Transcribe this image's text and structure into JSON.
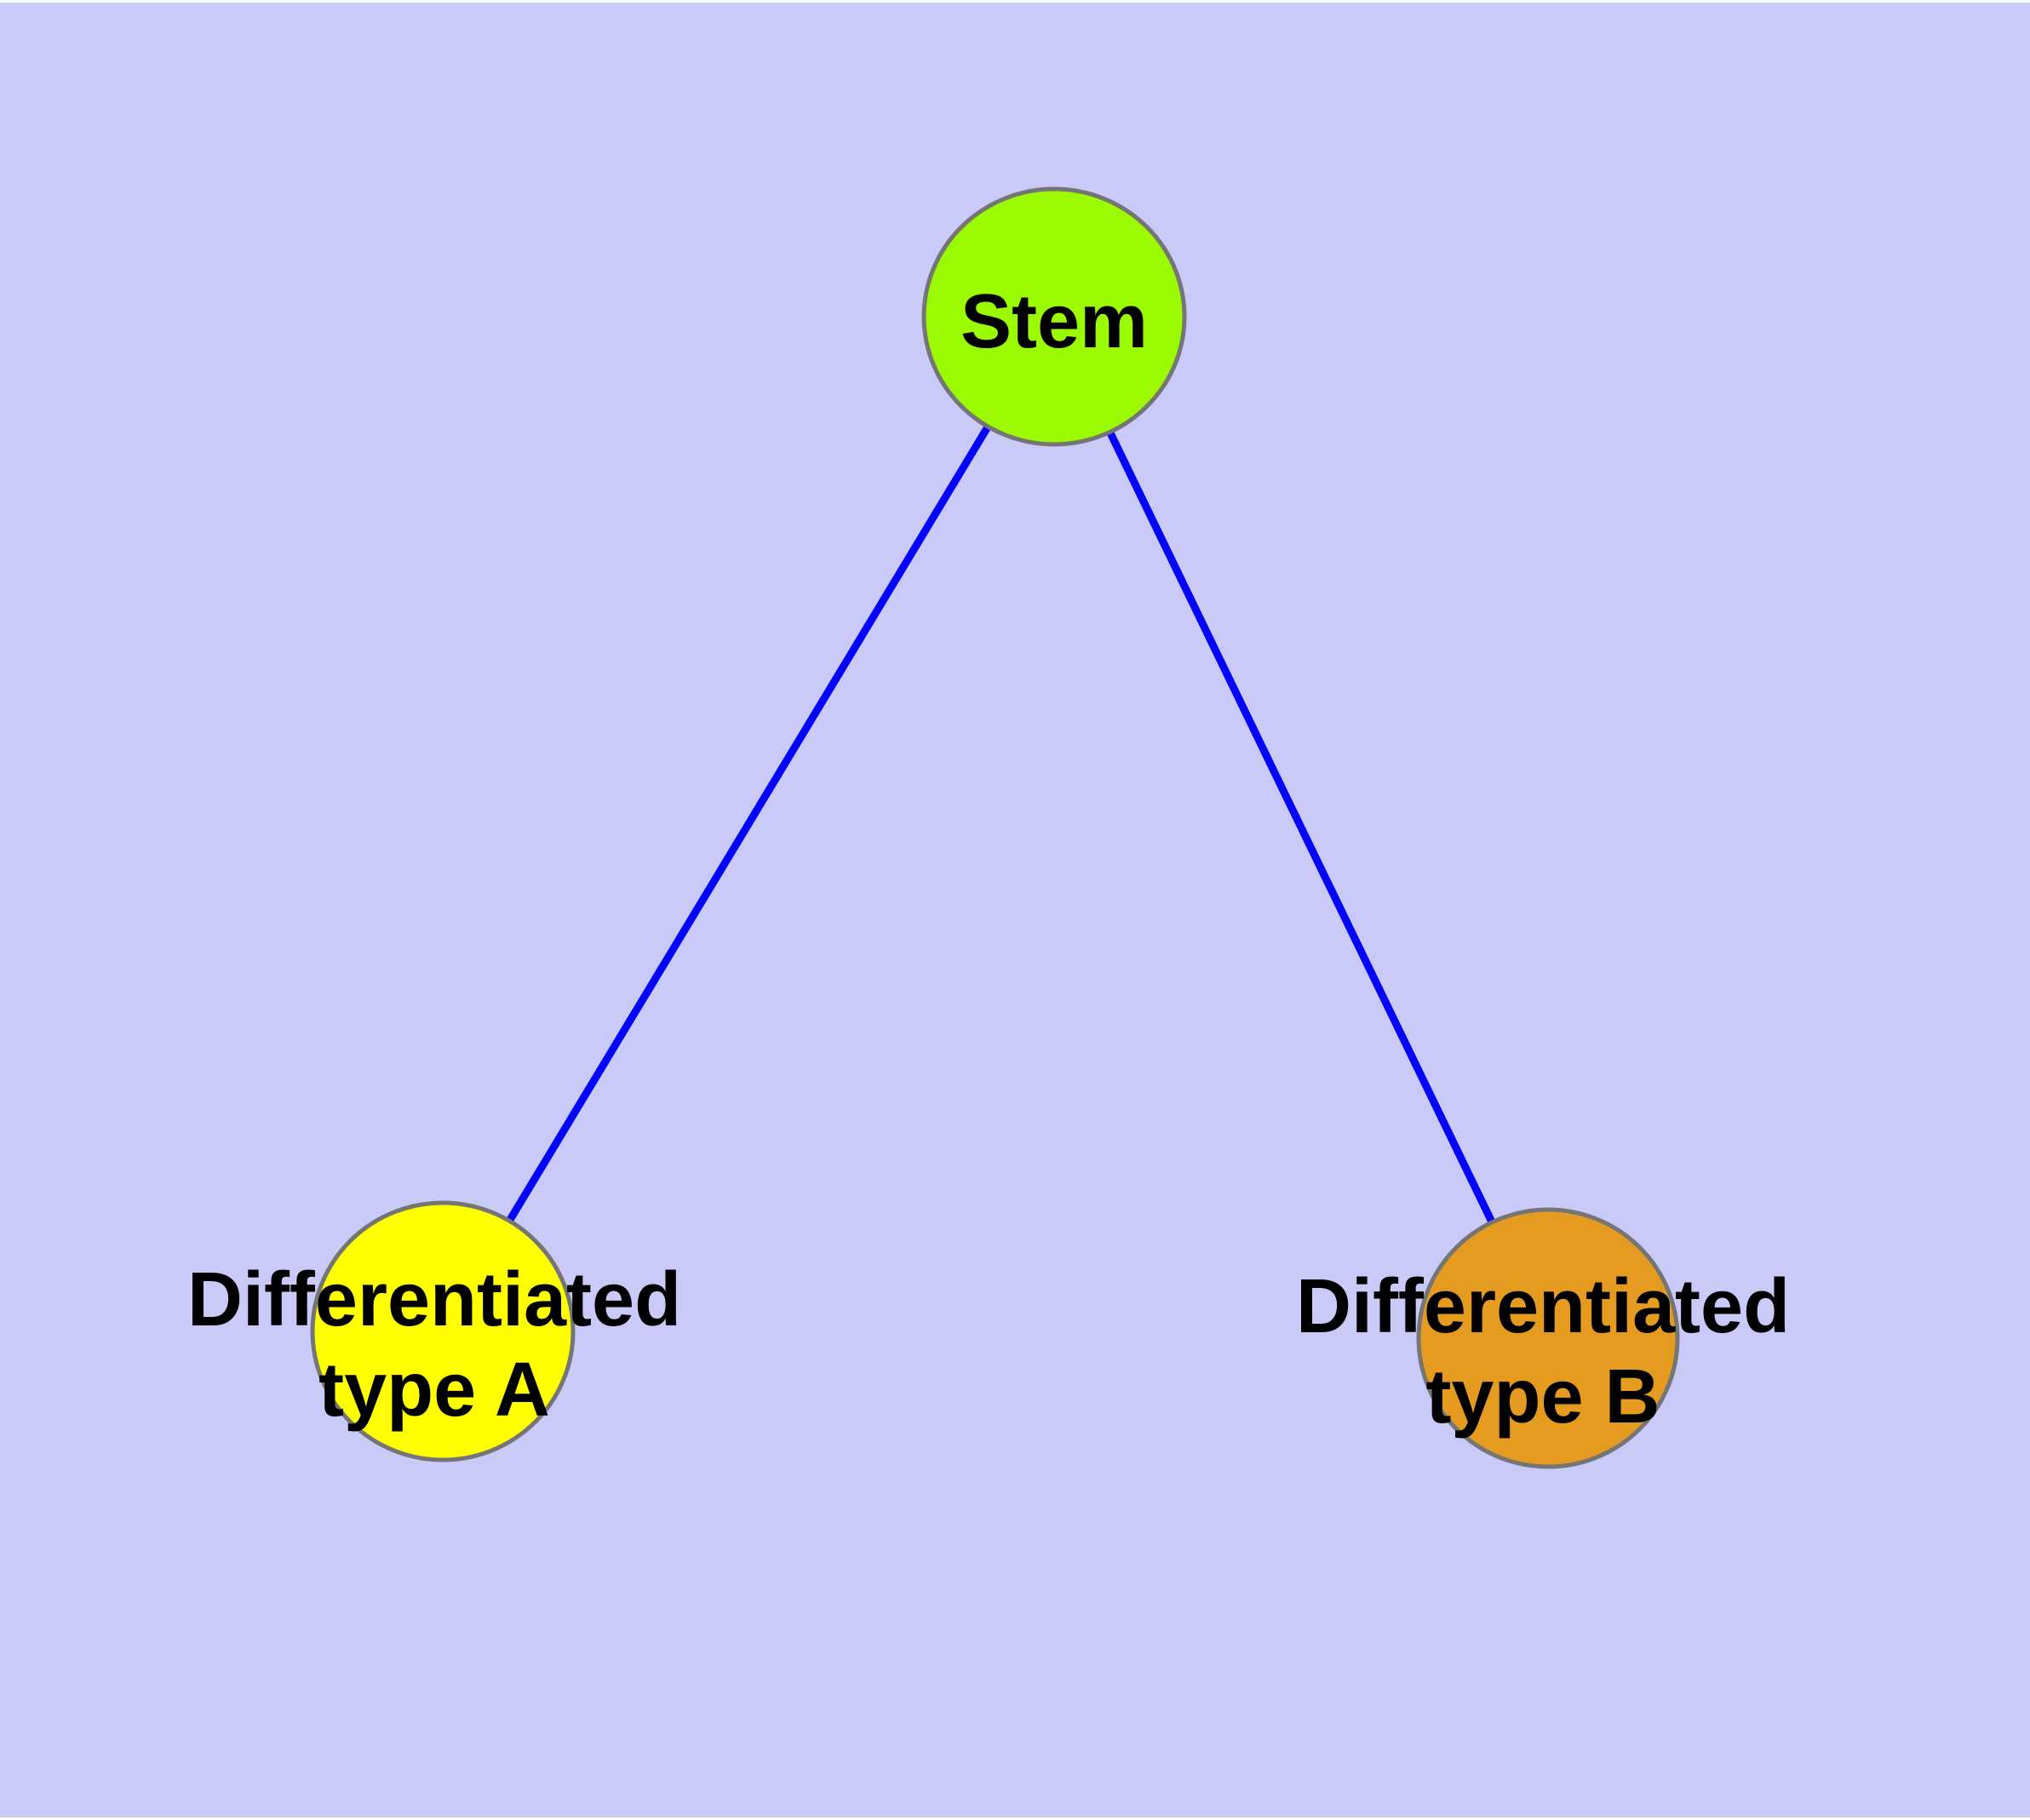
{
  "diagram": {
    "type": "graph",
    "background_color": "#CACAF8",
    "page_color": "#FFFFFF",
    "edge_color": "#0404FA",
    "node_border_color": "#757575",
    "label_color": "#000000",
    "nodes": [
      {
        "id": "stem",
        "label": "Stem",
        "color": "#9BFA00"
      },
      {
        "id": "type-a",
        "label": "Differentiated\ntype A",
        "color": "#FFFF00"
      },
      {
        "id": "type-b",
        "label": "Differentiated\ntype B",
        "color": "#E49B20"
      }
    ],
    "edges": [
      {
        "from": "Stem",
        "to": "Differentiated type A"
      },
      {
        "from": "Stem",
        "to": "Differentiated type B"
      }
    ]
  }
}
